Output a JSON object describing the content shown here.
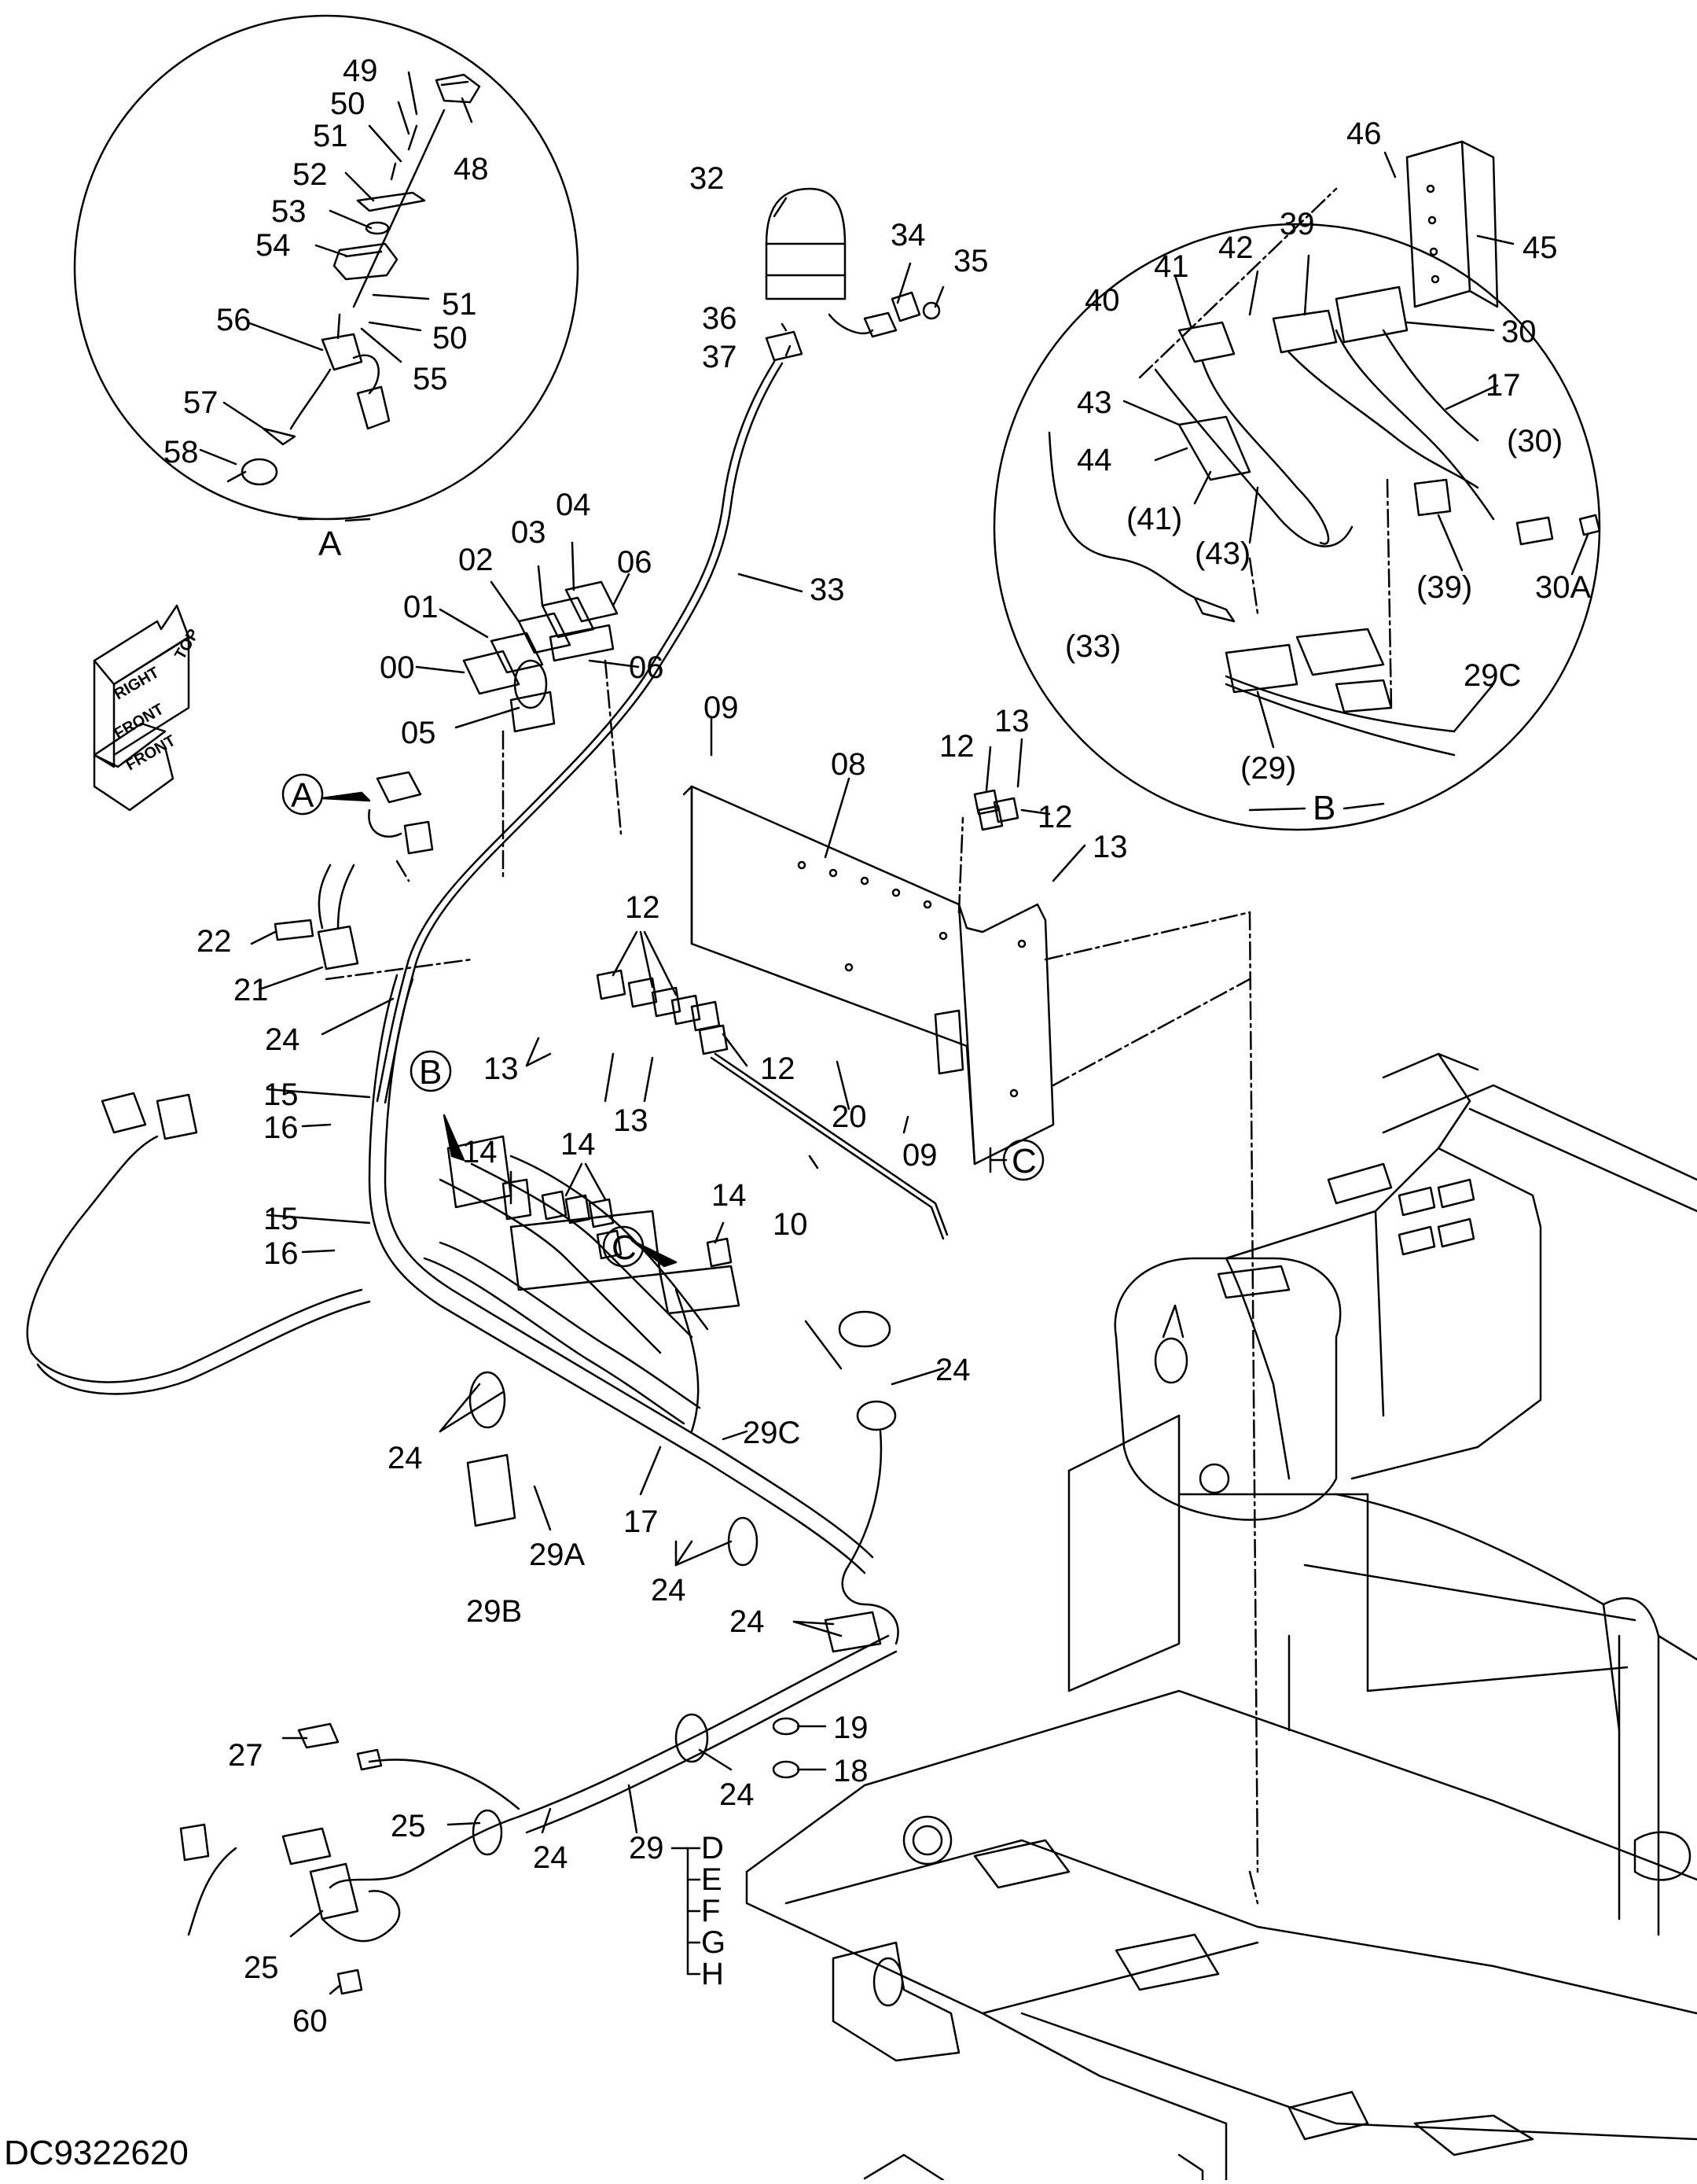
{
  "doc_id": "DC9322620",
  "detail_labels": {
    "a": "A",
    "b": "B",
    "c": "C"
  },
  "direction": {
    "top": "TOP",
    "right": "RIGHT",
    "front": "FRONT"
  },
  "colors": {
    "line": "#000000",
    "background": "#ffffff"
  },
  "callouts": {
    "d49": "49",
    "d50a": "50",
    "d51a": "51",
    "d52": "52",
    "d53": "53",
    "d54": "54",
    "d48": "48",
    "d56": "56",
    "d51b": "51",
    "d50b": "50",
    "d55": "55",
    "d57": "57",
    "d58": "58",
    "p32": "32",
    "p34": "34",
    "p35": "35",
    "p36": "36",
    "p37": "37",
    "p33": "33",
    "b46": "46",
    "b45": "45",
    "b39": "39",
    "b42": "42",
    "b41": "41",
    "b40": "40",
    "b30": "30",
    "b17": "17",
    "b30p": "(30)",
    "b43": "43",
    "b44": "44",
    "b41p": "(41)",
    "b43p": "(43)",
    "b39p": "(39)",
    "b30a": "30A",
    "b33p": "(33)",
    "b29c": "29C",
    "b29p": "(29)",
    "s04": "04",
    "s03": "03",
    "s02": "02",
    "s06a": "06",
    "s01": "01",
    "s00": "00",
    "s06b": "06",
    "s05": "05",
    "m09a": "09",
    "m08": "08",
    "m12a": "12",
    "m13a": "13",
    "m12b": "12",
    "m13b": "13",
    "m22": "22",
    "m21": "21",
    "m12c": "12",
    "m24a": "24",
    "m13c": "13",
    "m12d": "12",
    "m15a": "15",
    "m16a": "16",
    "m13d": "13",
    "m20": "20",
    "m09b": "09",
    "m14a": "14",
    "m14b": "14",
    "m10": "10",
    "m15b": "15",
    "m16b": "16",
    "m14c": "14",
    "m24b": "24",
    "m24c": "24",
    "m29c": "29C",
    "m17": "17",
    "m29a": "29A",
    "m29b": "29B",
    "m24d": "24",
    "m24e": "24",
    "m19": "19",
    "m18": "18",
    "m27": "27",
    "m24f": "24",
    "m25a": "25",
    "m24g": "24",
    "m29": "29",
    "mD": "D",
    "mE": "E",
    "mF": "F",
    "mG": "G",
    "mH": "H",
    "m25b": "25",
    "m60": "60"
  }
}
